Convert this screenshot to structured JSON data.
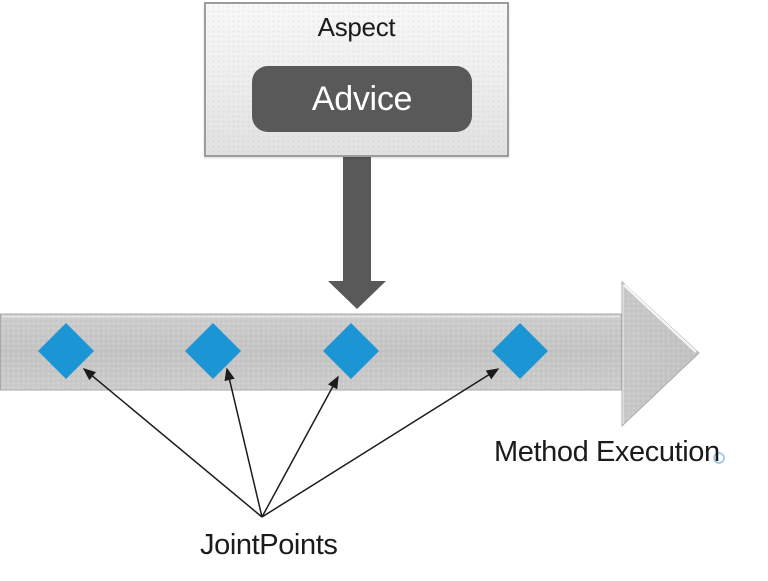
{
  "aspect_box": {
    "title": "Aspect",
    "advice_label": "Advice"
  },
  "flow_arrow": {
    "label": "Method Execution",
    "jointpoint_count": 4
  },
  "jointpoints": {
    "label": "JointPoints"
  },
  "colors": {
    "advice_bg": "#595959",
    "down_arrow": "#595959",
    "flow_band": "#c8c8c8",
    "jointpoint_diamond": "#1c95d5",
    "pointer_line": "#1c1c1c",
    "text": "#1b1b1b"
  }
}
